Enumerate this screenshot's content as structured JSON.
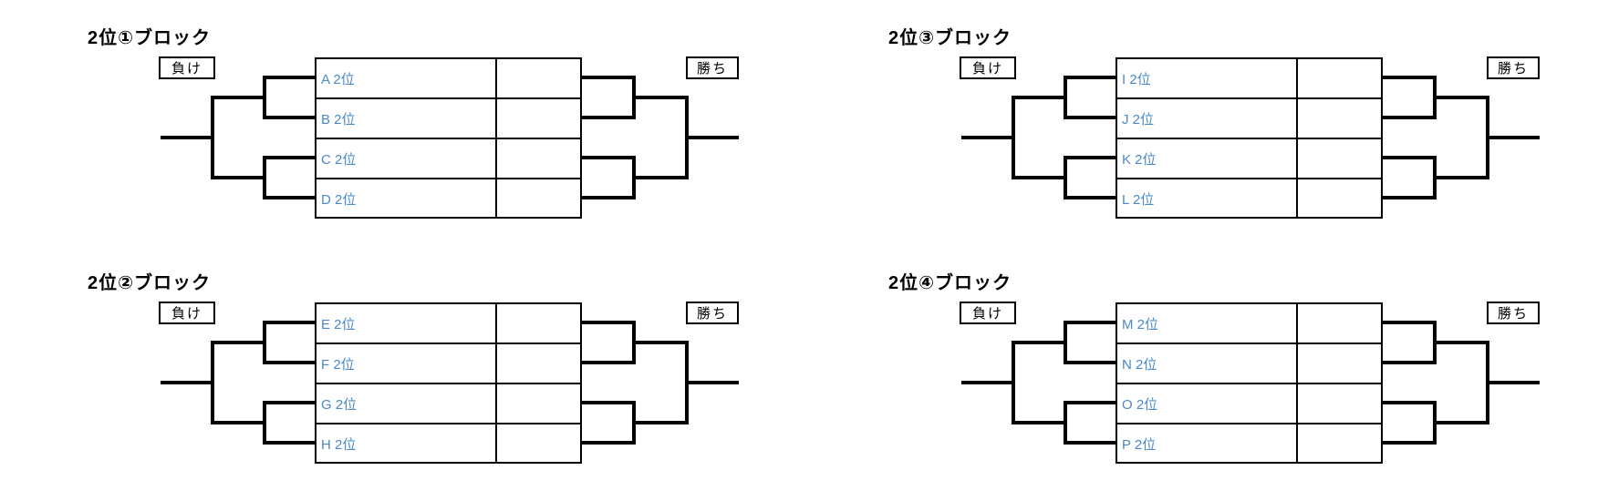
{
  "colors": {
    "line": "#000000",
    "team_text": "#4a89c8",
    "title_text": "#000000",
    "background": "#ffffff"
  },
  "labels": {
    "lose": "負け",
    "win": "勝ち"
  },
  "blocks": [
    {
      "title": "2位①ブロック",
      "teams": [
        "A 2位",
        "B 2位",
        "C 2位",
        "D 2位"
      ]
    },
    {
      "title": "2位②ブロック",
      "teams": [
        "E 2位",
        "F 2位",
        "G 2位",
        "H 2位"
      ]
    },
    {
      "title": "2位③ブロック",
      "teams": [
        "I 2位",
        "J 2位",
        "K 2位",
        "L 2位"
      ]
    },
    {
      "title": "2位④ブロック",
      "teams": [
        "M 2位",
        "N 2位",
        "O 2位",
        "P 2位"
      ]
    }
  ]
}
